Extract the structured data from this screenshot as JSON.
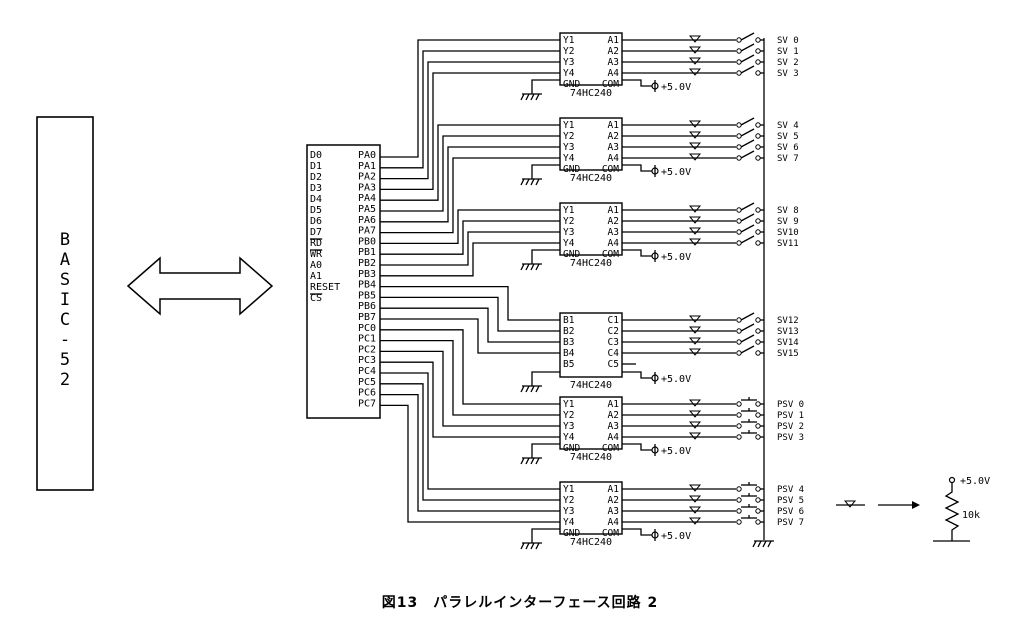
{
  "basic_block": {
    "label": "BASIC-52",
    "glyphs": [
      "B",
      "A",
      "S",
      "I",
      "C",
      "-",
      "5",
      "2"
    ]
  },
  "ppi": {
    "left_pins": [
      "D0",
      "D1",
      "D2",
      "D3",
      "D4",
      "D5",
      "D6",
      "D7",
      "RD",
      "WR",
      "A0",
      "A1",
      "RESET",
      "CS"
    ],
    "right_pins": [
      "PA0",
      "PA1",
      "PA2",
      "PA3",
      "PA4",
      "PA5",
      "PA6",
      "PA7",
      "PB0",
      "PB1",
      "PB2",
      "PB3",
      "PB4",
      "PB5",
      "PB6",
      "PB7",
      "PC0",
      "PC1",
      "PC2",
      "PC3",
      "PC4",
      "PC5",
      "PC6",
      "PC7"
    ]
  },
  "buffers": [
    {
      "part": "74HC240",
      "in": [
        "Y1",
        "Y2",
        "Y3",
        "Y4"
      ],
      "out": [
        "A1",
        "A2",
        "A3",
        "A4"
      ],
      "gnd": "GND",
      "com": "COM",
      "supply": "+5.0V",
      "switches": [
        "SV 0",
        "SV 1",
        "SV 2",
        "SV 3"
      ]
    },
    {
      "part": "74HC240",
      "in": [
        "Y1",
        "Y2",
        "Y3",
        "Y4"
      ],
      "out": [
        "A1",
        "A2",
        "A3",
        "A4"
      ],
      "gnd": "GND",
      "com": "COM",
      "supply": "+5.0V",
      "switches": [
        "SV 4",
        "SV 5",
        "SV 6",
        "SV 7"
      ]
    },
    {
      "part": "74HC240",
      "in": [
        "Y1",
        "Y2",
        "Y3",
        "Y4"
      ],
      "out": [
        "A1",
        "A2",
        "A3",
        "A4"
      ],
      "gnd": "GND",
      "com": "COM",
      "supply": "+5.0V",
      "switches": [
        "SV 8",
        "SV 9",
        "SV10",
        "SV11"
      ]
    },
    {
      "part": "74HC240",
      "in": [
        "B1",
        "B2",
        "B3",
        "B4",
        "B5"
      ],
      "out": [
        "C1",
        "C2",
        "C3",
        "C4",
        "C5"
      ],
      "gnd": "",
      "com": "",
      "supply": "+5.0V",
      "switches": [
        "SV12",
        "SV13",
        "SV14",
        "SV15"
      ]
    },
    {
      "part": "74HC240",
      "in": [
        "Y1",
        "Y2",
        "Y3",
        "Y4"
      ],
      "out": [
        "A1",
        "A2",
        "A3",
        "A4"
      ],
      "gnd": "GND",
      "com": "COM",
      "supply": "+5.0V",
      "switches": [
        "PSV 0",
        "PSV 1",
        "PSV 2",
        "PSV 3"
      ]
    },
    {
      "part": "74HC240",
      "in": [
        "Y1",
        "Y2",
        "Y3",
        "Y4"
      ],
      "out": [
        "A1",
        "A2",
        "A3",
        "A4"
      ],
      "gnd": "GND",
      "com": "COM",
      "supply": "+5.0V",
      "switches": [
        "PSV 4",
        "PSV 5",
        "PSV 6",
        "PSV 7"
      ]
    }
  ],
  "legend": {
    "supply": "+5.0V",
    "resistor": "10k"
  },
  "caption": "図13　パラレルインターフェース回路 2"
}
